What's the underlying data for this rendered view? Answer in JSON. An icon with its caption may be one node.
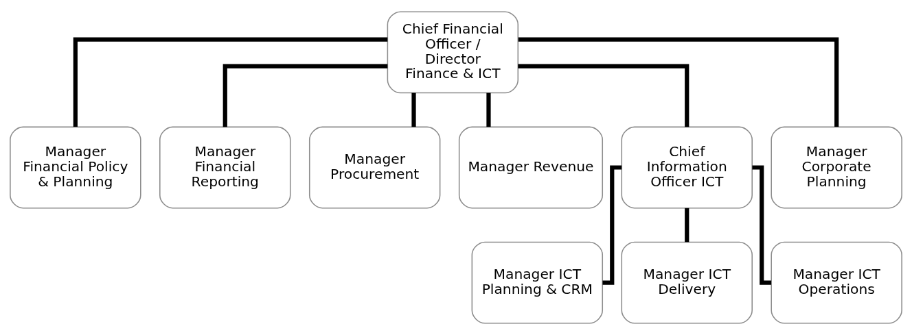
{
  "diagram": {
    "nodes": [
      {
        "text": [
          "Chief Financial Officer / Director",
          "Finance & ICT"
        ]
      },
      {
        "text": [
          "Manager Financial Policy & Planning"
        ]
      },
      {
        "text": [
          "Manager Financial Reporting"
        ]
      },
      {
        "text": [
          "Manager Procurement"
        ]
      },
      {
        "text": [
          "Manager Revenue"
        ]
      },
      {
        "text": [
          "Chief Information Officer ICT"
        ]
      },
      {
        "text": [
          "Manager Corporate Planning"
        ]
      },
      {
        "text": [
          "Manager ICT Planning & CRM"
        ]
      },
      {
        "text": [
          "Manager ICT Delivery"
        ]
      },
      {
        "text": [
          "Manager ICT Operations"
        ]
      }
    ],
    "edges": [
      {
        "from": 0,
        "to": 1,
        "arrow": "none"
      },
      {
        "from": 0,
        "to": 2,
        "arrow": "none"
      },
      {
        "from": 0,
        "to": 3,
        "arrow": "none"
      },
      {
        "from": 0,
        "to": 4,
        "arrow": "none"
      },
      {
        "from": 0,
        "to": 5,
        "arrow": "none"
      },
      {
        "from": 0,
        "to": 6,
        "arrow": "none"
      },
      {
        "from": 5,
        "to": 7,
        "arrow": "none"
      },
      {
        "from": 5,
        "to": 8,
        "arrow": "none"
      },
      {
        "from": 5,
        "to": 9,
        "arrow": "none"
      }
    ]
  }
}
